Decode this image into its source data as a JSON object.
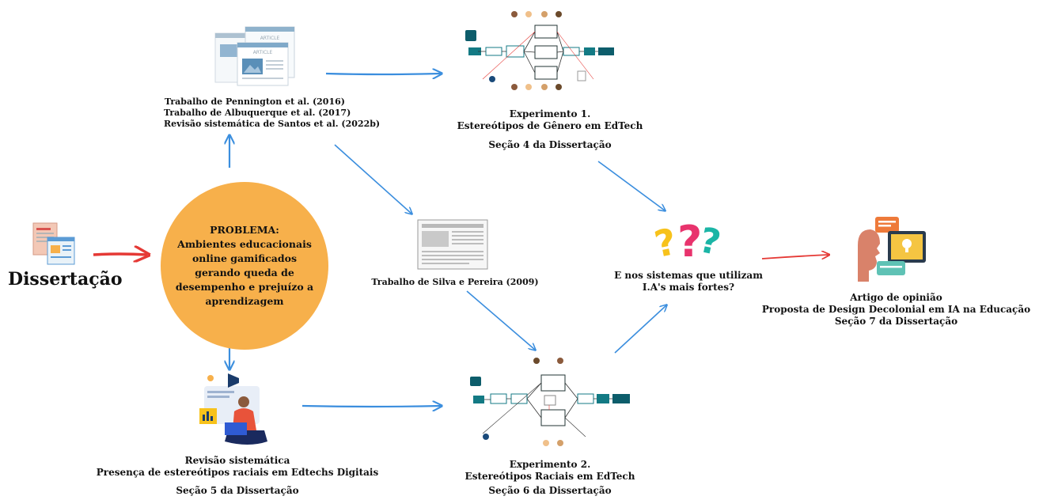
{
  "root": {
    "label": "Dissertação",
    "icon": "documents-icon"
  },
  "problem": {
    "lines": [
      "PROBLEMA:",
      "Ambientes educacionais",
      "online gamificados",
      "gerando queda de",
      "desempenho e prejuízo a",
      "aprendizagem"
    ],
    "color": "#f7b04b"
  },
  "related_work": {
    "lines": [
      "Trabalho de Pennington et al. (2016)",
      "Trabalho de Albuquerque et al. (2017)",
      "Revisão sistemática de Santos et al. (2022b)"
    ],
    "icon": "articles-icon",
    "article_label": "ARTICLE"
  },
  "experiment1": {
    "lines": [
      "Experimento 1.",
      "Estereótipos de Gênero em EdTech"
    ],
    "section": "Seção 4 da Dissertação",
    "icon": "experiment-flow-diagram-icon"
  },
  "silva": {
    "label": "Trabalho de Silva e Pereira (2009)",
    "icon": "newspaper-icon"
  },
  "question": {
    "lines": [
      "E nos sistemas que utilizam",
      "I.A's mais fortes?"
    ],
    "icon": "question-marks-icon"
  },
  "opinion": {
    "lines": [
      "Artigo de opinião",
      "Proposta de Design Decolonial em IA na Educação",
      "Seção 7 da Dissertação"
    ],
    "icon": "person-idea-icon"
  },
  "review": {
    "lines": [
      "Revisão sistemática",
      "Presença de estereótipos raciais em Edtechs Digitais"
    ],
    "section": "Seção 5 da Dissertação",
    "icon": "person-laptop-icon"
  },
  "experiment2": {
    "lines": [
      "Experimento 2.",
      "Estereótipos Raciais em EdTech"
    ],
    "section": "Seção 6 da Dissertação",
    "icon": "experiment-flow-diagram-icon"
  },
  "colors": {
    "arrow_blue": "#3b8ede",
    "arrow_red": "#e53935",
    "circle": "#f7b04b"
  }
}
